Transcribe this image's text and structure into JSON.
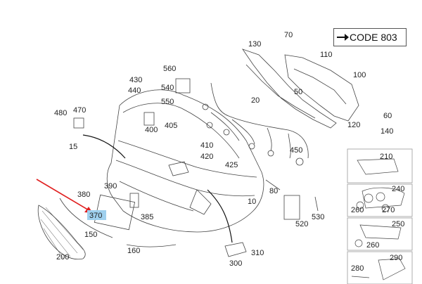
{
  "code_box": {
    "label": "CODE 803"
  },
  "labels": {
    "p10": "10",
    "p15": "15",
    "p20": "20",
    "p50": "50",
    "p60": "60",
    "p70": "70",
    "p80": "80",
    "p100": "100",
    "p110": "110",
    "p120": "120",
    "p130": "130",
    "p140": "140",
    "p150": "150",
    "p160": "160",
    "p200": "200",
    "p210": "210",
    "p240": "240",
    "p250": "250",
    "p260a": "260",
    "p260b": "260",
    "p270": "270",
    "p280": "280",
    "p290": "290",
    "p300": "300",
    "p310": "310",
    "p370": "370",
    "p380": "380",
    "p385": "385",
    "p390": "390",
    "p400": "400",
    "p405": "405",
    "p410": "410",
    "p420": "420",
    "p425": "425",
    "p430": "430",
    "p440": "440",
    "p450": "450",
    "p470": "470",
    "p480": "480",
    "p520": "520",
    "p530": "530",
    "p540": "540",
    "p550": "550",
    "p560": "560"
  },
  "highlight": {
    "part": "370",
    "color": "#9fd0ee"
  },
  "pointer_arrow": {
    "color": "#e02020"
  }
}
